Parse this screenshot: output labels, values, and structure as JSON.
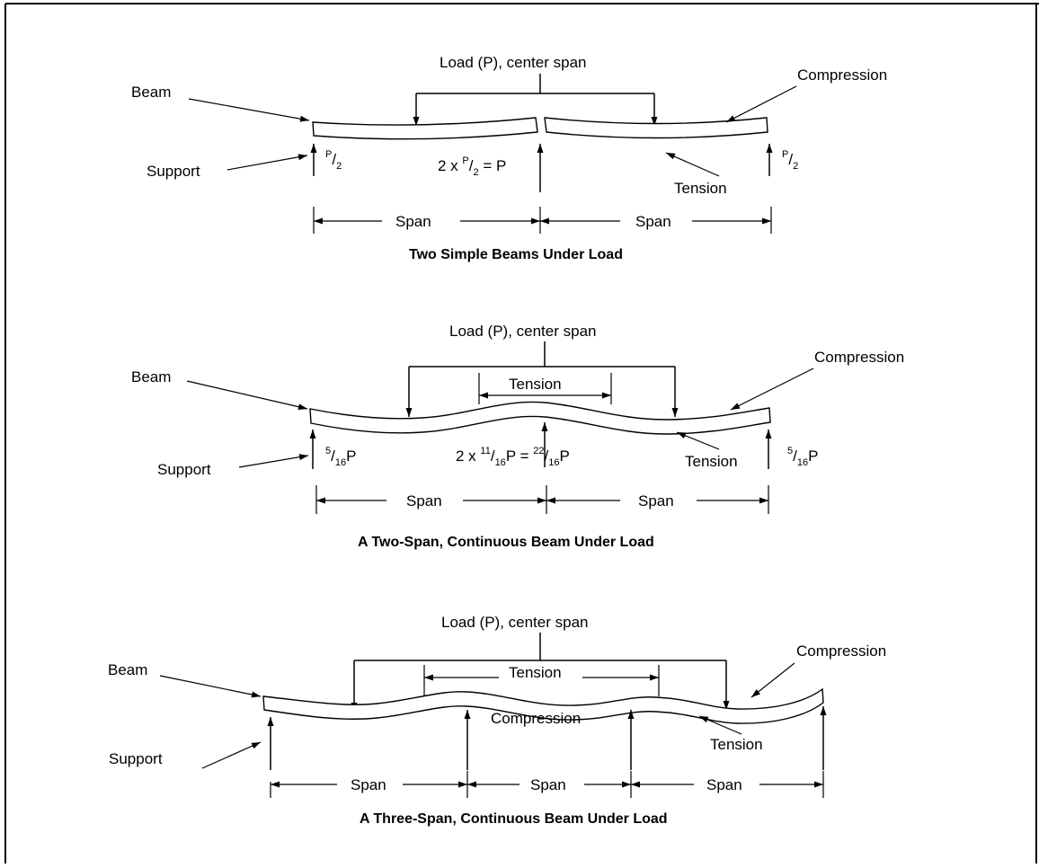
{
  "diagram1": {
    "load_label": "Load (P), center span",
    "beam_label": "Beam",
    "support_label": "Support",
    "compression_label": "Compression",
    "tension_label": "Tension",
    "reaction_left_sup": "P",
    "reaction_left_sub": "2",
    "center_pre": "2 x ",
    "center_sup": "P",
    "center_sub": "2",
    "center_post": " = P",
    "reaction_right_sup": "P",
    "reaction_right_sub": "2",
    "span_left": "Span",
    "span_right": "Span",
    "title": "Two Simple Beams Under Load"
  },
  "diagram2": {
    "load_label": "Load (P), center span",
    "beam_label": "Beam",
    "support_label": "Support",
    "compression_label": "Compression",
    "tension_top_label": "Tension",
    "tension_bottom_label": "Tension",
    "reaction_left_sup": "5",
    "reaction_left_sub": "16",
    "reaction_left_post": "P",
    "center_pre": "2 x ",
    "center_sup1": "11",
    "center_sub1": "16",
    "center_mid": "P = ",
    "center_sup2": "22",
    "center_sub2": "16",
    "center_post": "P",
    "reaction_right_sup": "5",
    "reaction_right_sub": "16",
    "reaction_right_post": "P",
    "span_left": "Span",
    "span_right": "Span",
    "title": "A Two-Span, Continuous Beam Under Load"
  },
  "diagram3": {
    "load_label": "Load (P), center span",
    "beam_label": "Beam",
    "support_label": "Support",
    "compression_top_label": "Compression",
    "tension_top_label": "Tension",
    "compression_mid_label": "Compression",
    "tension_bottom_label": "Tension",
    "span_1": "Span",
    "span_2": "Span",
    "span_3": "Span",
    "title": "A Three-Span, Continuous Beam Under Load"
  }
}
